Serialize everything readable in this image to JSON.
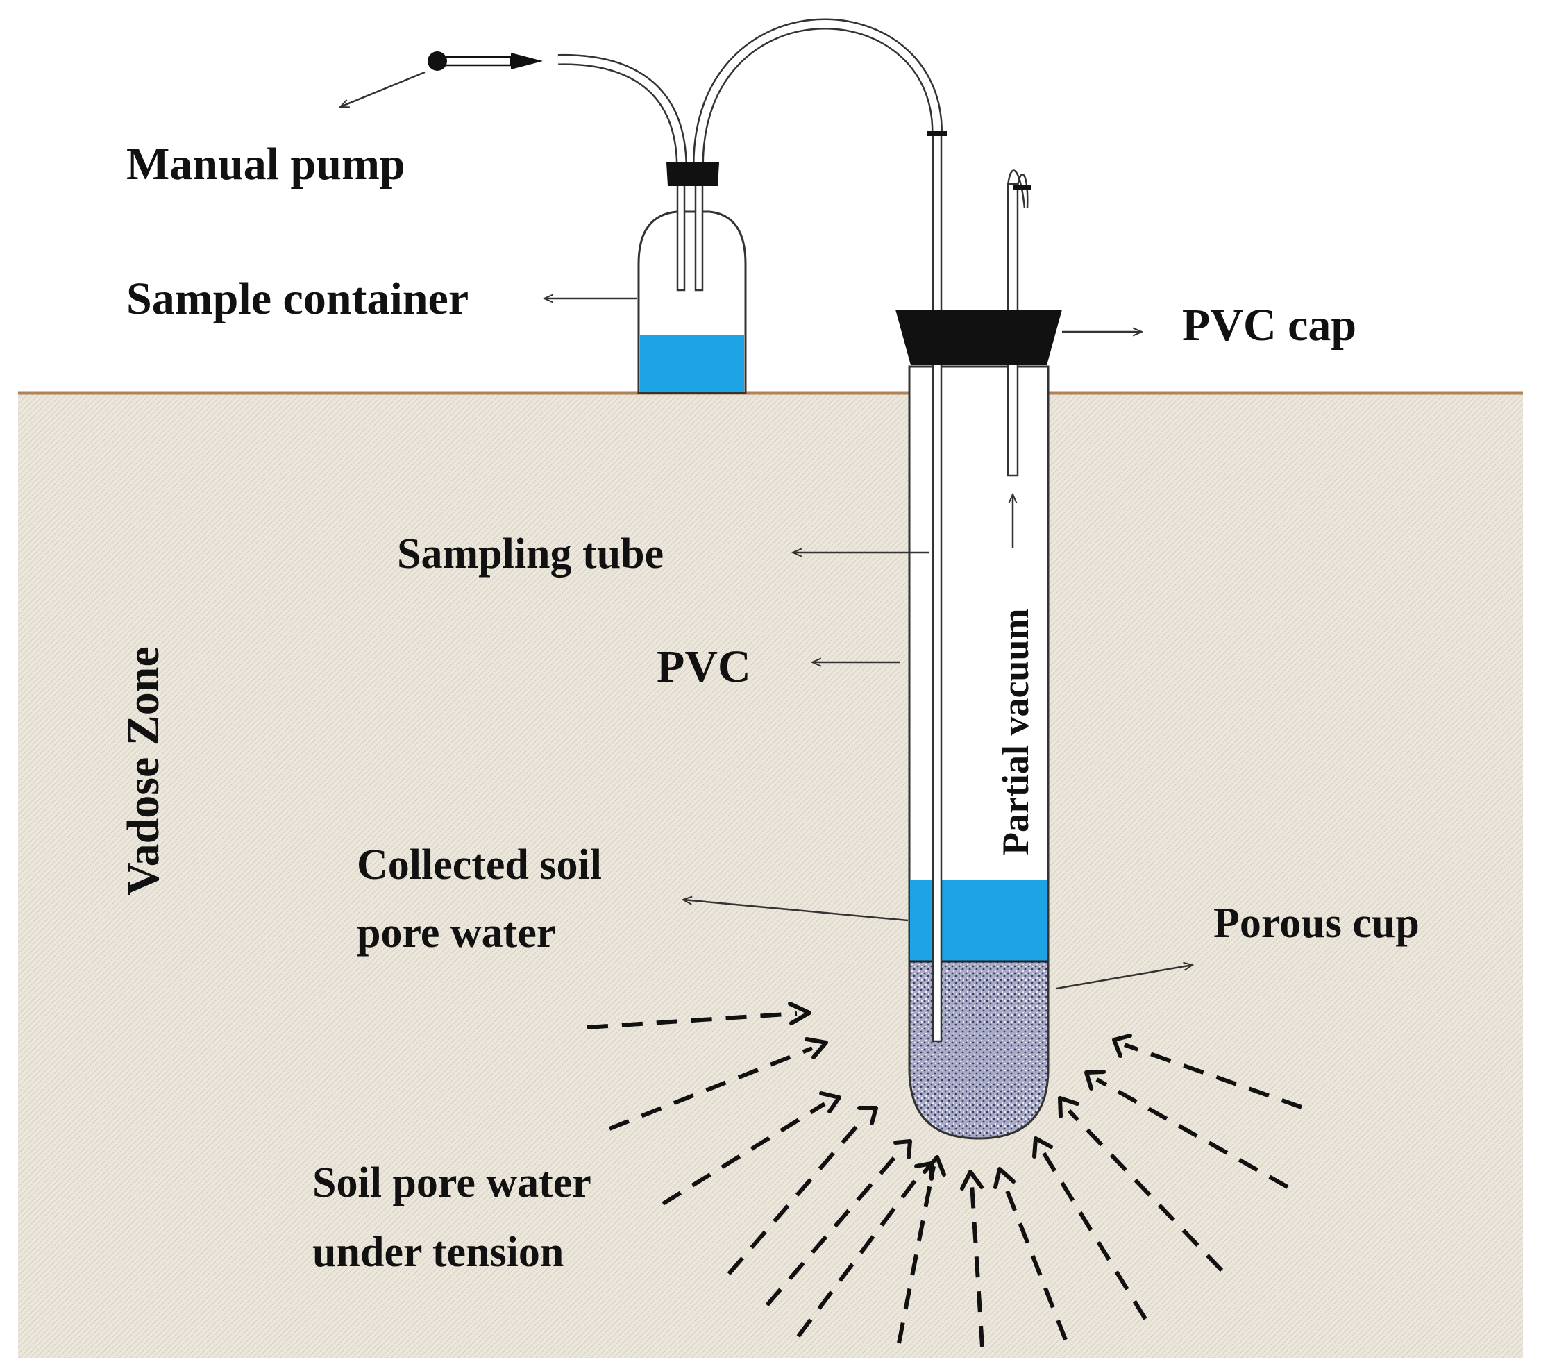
{
  "labels": {
    "manual_pump": "Manual pump",
    "sample_container": "Sample container",
    "pvc_cap": "PVC cap",
    "sampling_tube": "Sampling tube",
    "pvc": "PVC",
    "vadose_zone": "Vadose Zone",
    "partial_vacuum": "Partial vacuum",
    "collected_line1": "Collected soil",
    "collected_line2": "pore water",
    "porous_cup": "Porous cup",
    "soil_line1": "Soil pore water",
    "soil_line2": "under tension"
  },
  "colors": {
    "soil_fill": "#ece7dc",
    "soil_surface": "#b08256",
    "water": "#1ea3e6",
    "cap": "#111111",
    "porous_cup": "#a9abc6"
  }
}
